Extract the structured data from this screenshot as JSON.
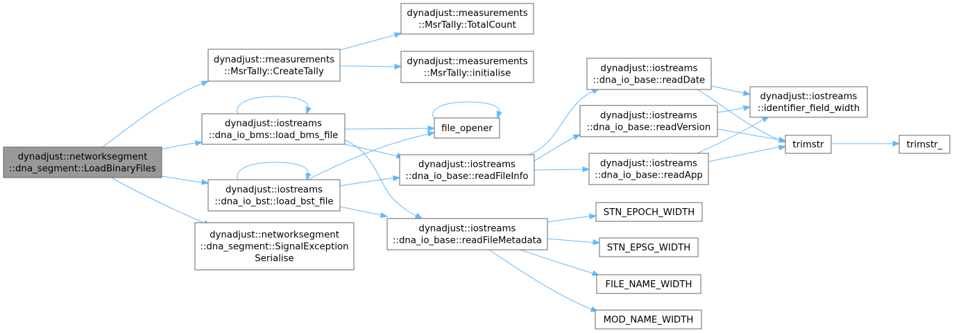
{
  "colors": {
    "edge": "#63b8ff",
    "node_border": "#666666",
    "node_fill": "#ffffff",
    "root_fill": "#999999",
    "text": "#000000"
  },
  "nodes": [
    {
      "id": "load_binary_files",
      "lines": [
        "dynadjust::networksegment",
        "::dna_segment::LoadBinaryFiles"
      ],
      "root": true
    },
    {
      "id": "create_tally",
      "lines": [
        "dynadjust::measurements",
        "::MsrTally::CreateTally"
      ]
    },
    {
      "id": "total_count",
      "lines": [
        "dynadjust::measurements",
        "::MsrTally::TotalCount"
      ]
    },
    {
      "id": "initialise",
      "lines": [
        "dynadjust::measurements",
        "::MsrTally::initialise"
      ]
    },
    {
      "id": "load_bms_file",
      "lines": [
        "dynadjust::iostreams",
        "::dna_io_bms::load_bms_file"
      ]
    },
    {
      "id": "load_bst_file",
      "lines": [
        "dynadjust::iostreams",
        "::dna_io_bst::load_bst_file"
      ]
    },
    {
      "id": "signal_exception",
      "lines": [
        "dynadjust::networksegment",
        "::dna_segment::SignalException",
        "Serialise"
      ]
    },
    {
      "id": "file_opener",
      "lines": [
        "file_opener"
      ]
    },
    {
      "id": "read_file_info",
      "lines": [
        "dynadjust::iostreams",
        "::dna_io_base::readFileInfo"
      ]
    },
    {
      "id": "read_file_metadata",
      "lines": [
        "dynadjust::iostreams",
        "::dna_io_base::readFileMetadata"
      ]
    },
    {
      "id": "read_date",
      "lines": [
        "dynadjust::iostreams",
        "::dna_io_base::readDate"
      ]
    },
    {
      "id": "read_version",
      "lines": [
        "dynadjust::iostreams",
        "::dna_io_base::readVersion"
      ]
    },
    {
      "id": "read_app",
      "lines": [
        "dynadjust::iostreams",
        "::dna_io_base::readApp"
      ]
    },
    {
      "id": "identifier_field_width",
      "lines": [
        "dynadjust::iostreams",
        "::identifier_field_width"
      ]
    },
    {
      "id": "trimstr",
      "lines": [
        "trimstr"
      ]
    },
    {
      "id": "trimstr_",
      "lines": [
        "trimstr_"
      ]
    },
    {
      "id": "stn_epoch_width",
      "lines": [
        "STN_EPOCH_WIDTH"
      ]
    },
    {
      "id": "stn_epsg_width",
      "lines": [
        "STN_EPSG_WIDTH"
      ]
    },
    {
      "id": "file_name_width",
      "lines": [
        "FILE_NAME_WIDTH"
      ]
    },
    {
      "id": "mod_name_width",
      "lines": [
        "MOD_NAME_WIDTH"
      ]
    }
  ],
  "edges": [
    {
      "from": "load_binary_files",
      "to": "create_tally"
    },
    {
      "from": "load_binary_files",
      "to": "load_bms_file"
    },
    {
      "from": "load_binary_files",
      "to": "load_bst_file"
    },
    {
      "from": "load_binary_files",
      "to": "signal_exception"
    },
    {
      "from": "create_tally",
      "to": "total_count"
    },
    {
      "from": "create_tally",
      "to": "initialise"
    },
    {
      "from": "load_bms_file",
      "to": "load_bms_file"
    },
    {
      "from": "load_bms_file",
      "to": "file_opener"
    },
    {
      "from": "load_bms_file",
      "to": "read_file_info"
    },
    {
      "from": "load_bms_file",
      "to": "read_file_metadata"
    },
    {
      "from": "load_bst_file",
      "to": "load_bst_file"
    },
    {
      "from": "load_bst_file",
      "to": "file_opener"
    },
    {
      "from": "load_bst_file",
      "to": "read_file_info"
    },
    {
      "from": "load_bst_file",
      "to": "read_file_metadata"
    },
    {
      "from": "file_opener",
      "to": "file_opener"
    },
    {
      "from": "read_file_info",
      "to": "read_date"
    },
    {
      "from": "read_file_info",
      "to": "read_version"
    },
    {
      "from": "read_file_info",
      "to": "read_app"
    },
    {
      "from": "read_date",
      "to": "identifier_field_width"
    },
    {
      "from": "read_date",
      "to": "trimstr"
    },
    {
      "from": "read_version",
      "to": "identifier_field_width"
    },
    {
      "from": "read_version",
      "to": "trimstr"
    },
    {
      "from": "read_app",
      "to": "identifier_field_width"
    },
    {
      "from": "read_app",
      "to": "trimstr"
    },
    {
      "from": "trimstr",
      "to": "trimstr_"
    },
    {
      "from": "read_file_metadata",
      "to": "stn_epoch_width"
    },
    {
      "from": "read_file_metadata",
      "to": "stn_epsg_width"
    },
    {
      "from": "read_file_metadata",
      "to": "file_name_width"
    },
    {
      "from": "read_file_metadata",
      "to": "mod_name_width"
    }
  ]
}
